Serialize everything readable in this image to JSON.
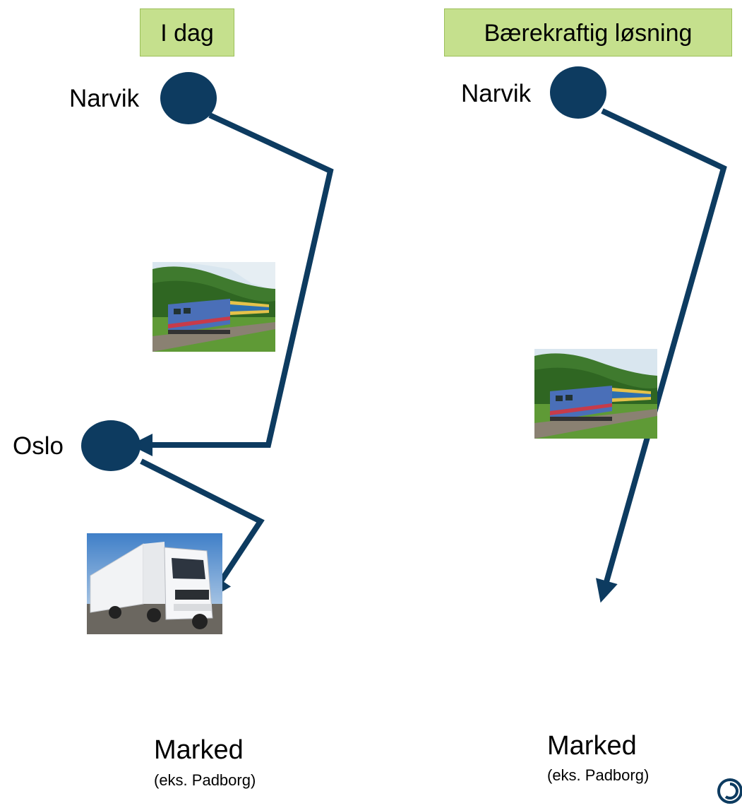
{
  "left_panel": {
    "title": "I dag",
    "origin": "Narvik",
    "hub": "Oslo",
    "destination": "Marked",
    "destination_note": "(eks. Padborg)",
    "rail_image": "freight-train-photo",
    "road_image": "truck-photo"
  },
  "right_panel": {
    "title": "Bærekraftig løsning",
    "origin": "Narvik",
    "destination": "Marked",
    "destination_note": "(eks. Padborg)",
    "rail_image": "freight-train-photo"
  },
  "colors": {
    "route": "#0d3b60",
    "node": "#0d3b60",
    "title_fill": "#c5e08d"
  },
  "icons": {
    "corner_logo": "company-logo-icon"
  }
}
